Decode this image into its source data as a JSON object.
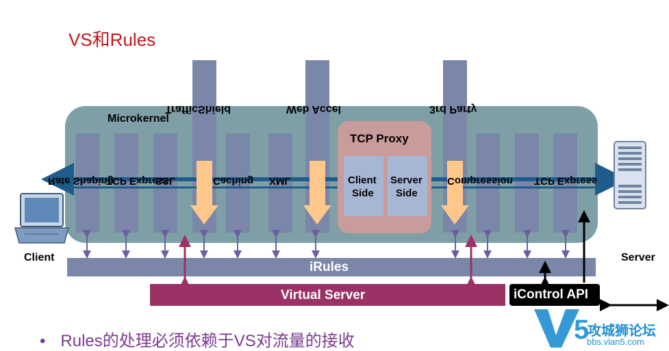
{
  "title": "VS和Rules",
  "microkernel_label": "Microkernel",
  "tcp_proxy": {
    "title": "TCP Proxy",
    "client_side": [
      "Client",
      "Side"
    ],
    "server_side": [
      "Server",
      "Side"
    ]
  },
  "mirrored_labels": {
    "traffic_shield": "TrafficShield",
    "web_accel": "Web Accel",
    "third_party": "3rd Party",
    "rate_shaping": "Rate Shaping",
    "ssl": "SSL",
    "tcp_express_left": "TCP Express",
    "xml": "XML",
    "caching": "Caching",
    "compression": "Compression",
    "tcp_express_right": "TCP Express"
  },
  "endpoints": {
    "client": "Client",
    "server": "Server"
  },
  "bars": {
    "irules": "iRules",
    "virtual_server": "Virtual Server",
    "icontrol": "iControl API"
  },
  "bullet": "Rules的处理必须依赖于VS对流量的接收",
  "watermark": {
    "brand": "攻城狮论坛",
    "url": "bbs.vlan5.com"
  },
  "colors": {
    "title": "#c0161d",
    "microkernel_bg": "#7f9fa6",
    "module_col": "#7a87a8",
    "tcp_proxy_bg": "#c99b9b",
    "tcp_proxy_inner": "#a8b6d6",
    "irules_bar": "#7a87a8",
    "virtual_server_bar": "#9b3266",
    "icontrol_bar": "#000000",
    "orange_arrow": "#ffc88a",
    "traffic_arrow": "#1f5c8a",
    "bullet_text": "#7a3a8f",
    "watermark": "#1f8fd1"
  }
}
